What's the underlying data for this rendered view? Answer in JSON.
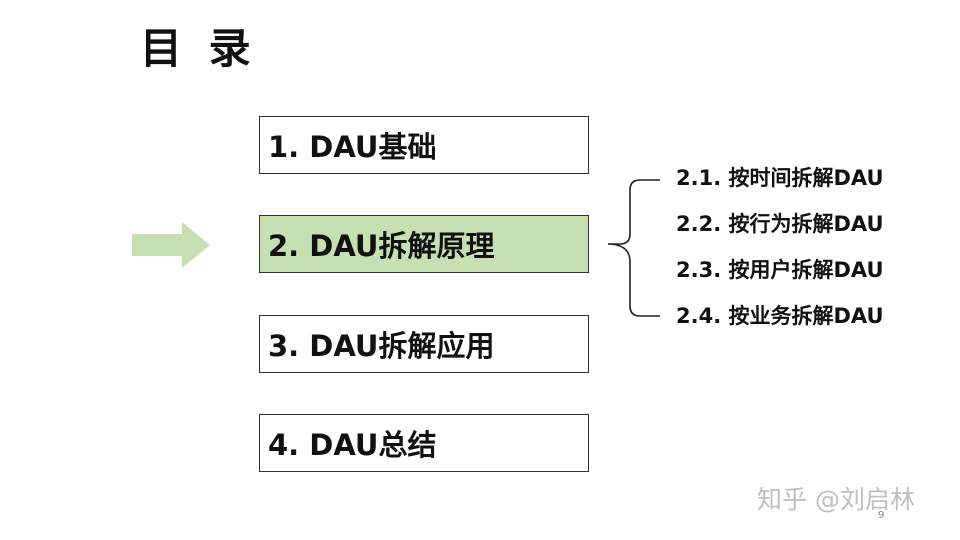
{
  "title": "目 录",
  "toc": [
    {
      "label": "1. DAU基础",
      "active": false
    },
    {
      "label": "2. DAU拆解原理",
      "active": true
    },
    {
      "label": "3. DAU拆解应用",
      "active": false
    },
    {
      "label": "4. DAU总结",
      "active": false
    }
  ],
  "subitems": [
    "2.1. 按时间拆解DAU",
    "2.2. 按行为拆解DAU",
    "2.3. 按用户拆解DAU",
    "2.4. 按业务拆解DAU"
  ],
  "indicator": {
    "icon": "right-arrow-icon",
    "color": "#c6e0b4"
  },
  "watermark": "知乎 @刘启林",
  "page_number": "9",
  "colors": {
    "active_fill": "#c6e0b4",
    "border": "#333333",
    "text": "#111111"
  }
}
